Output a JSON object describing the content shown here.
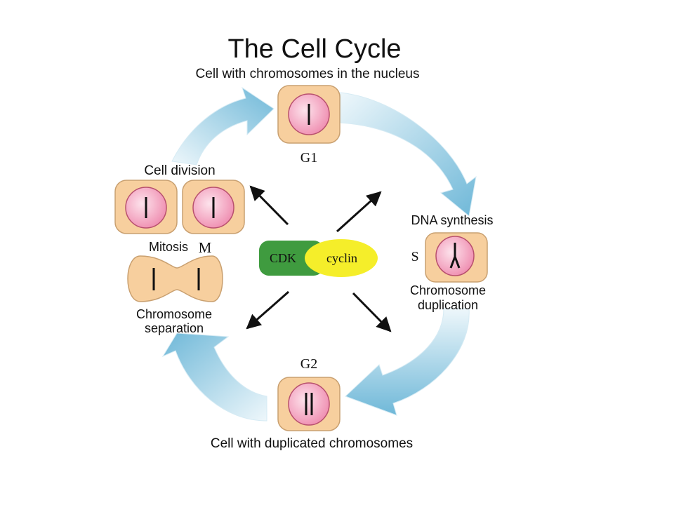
{
  "title": "The Cell Cycle",
  "labels": {
    "top": "Cell with chromosomes in the nucleus",
    "bottom": "Cell with duplicated chromosomes",
    "cell_division": "Cell division",
    "mitosis": "Mitosis",
    "chromosome_separation_1": "Chromosome",
    "chromosome_separation_2": "separation",
    "dna_synthesis": "DNA synthesis",
    "chromosome_duplication_1": "Chromosome",
    "chromosome_duplication_2": "duplication"
  },
  "phases": {
    "g1": "G1",
    "s": "S",
    "g2": "G2",
    "m": "M"
  },
  "complex": {
    "cdk": "CDK",
    "cyclin": "cyclin"
  },
  "colors": {
    "cell_fill": "#f7cf9e",
    "cell_stroke": "#c9a070",
    "nucleus_fill": "#f3a3bf",
    "nucleus_stroke": "#b8506e",
    "arrow_light": "#e8f4fa",
    "arrow_dark": "#7ec1dd",
    "cdk": "#3f9b3f",
    "cyclin": "#f5ee2a"
  }
}
